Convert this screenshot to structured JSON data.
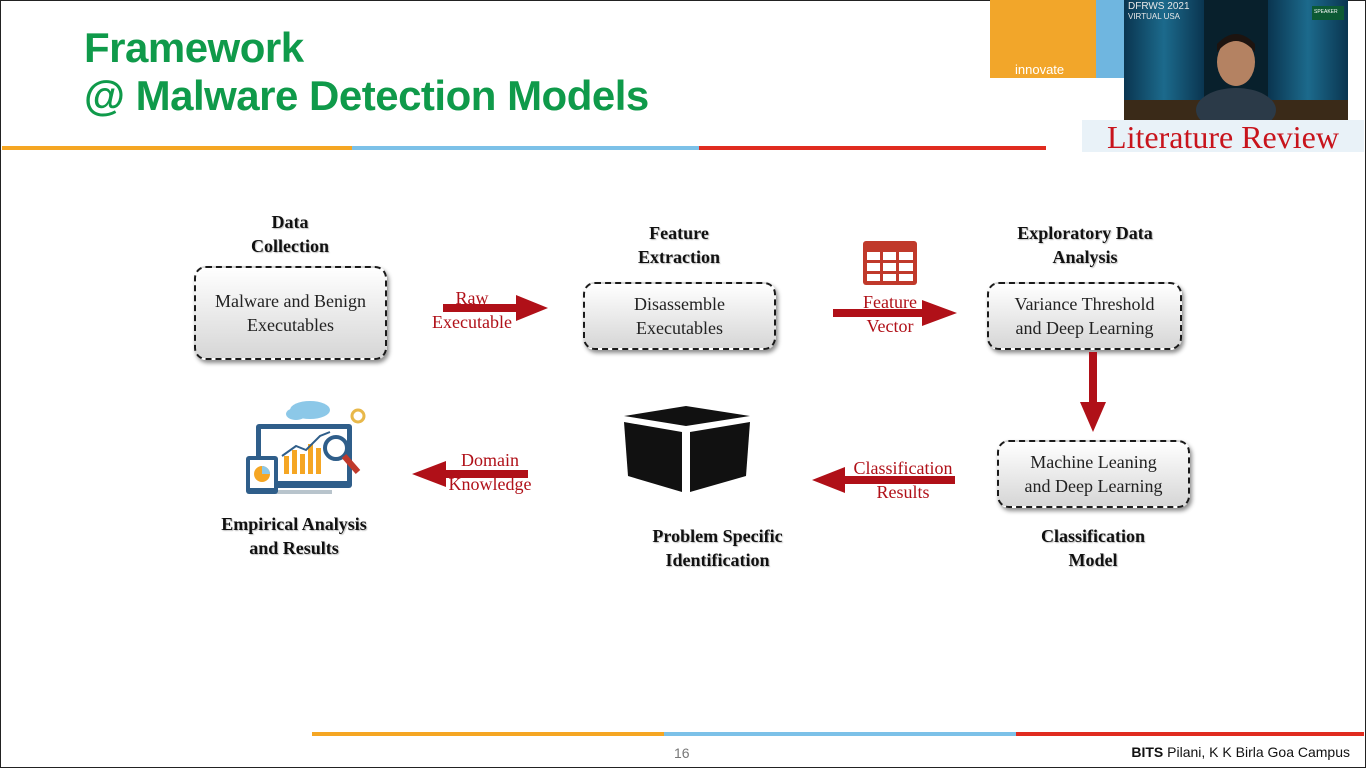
{
  "slide": {
    "title_line1": "Framework",
    "title_line2": "@ Malware Detection Models",
    "logo_text": "innovate",
    "section_label": "Literature Review",
    "page_number": "16",
    "footer_brand": "BITS",
    "footer_rest": " Pilani, K K Birla Goa Campus"
  },
  "video": {
    "event_line1": "DFRWS 2021",
    "event_line2": "VIRTUAL USA",
    "badge": "SPEAKER"
  },
  "diagram": {
    "stages": {
      "data_collection": {
        "label": "Data\nCollection",
        "box": "Malware and Benign\nExecutables"
      },
      "feature_extraction": {
        "label": "Feature\nExtraction",
        "box": "Disassemble\nExecutables"
      },
      "eda": {
        "label": "Exploratory Data\nAnalysis",
        "box": "Variance Threshold\nand Deep Learning"
      },
      "classification": {
        "label": "Classification\nModel",
        "box": "Machine Leaning\nand Deep Learning"
      },
      "problem": {
        "label": "Problem Specific\nIdentification"
      },
      "empirical": {
        "label": "Empirical Analysis\nand Results"
      }
    },
    "edges": {
      "raw": "Raw\nExecutable",
      "feature_vector": "Feature\nVector",
      "classification_results": "Classification\nResults",
      "domain_knowledge": "Domain\nKnowledge"
    },
    "icons": [
      "table-icon",
      "box-icon",
      "analytics-icon"
    ],
    "colors": {
      "arrow": "#b01018",
      "title": "#0f9a4a",
      "accent_orange": "#f5a623",
      "accent_blue": "#7cc1e8",
      "accent_red": "#e02b1f"
    }
  }
}
